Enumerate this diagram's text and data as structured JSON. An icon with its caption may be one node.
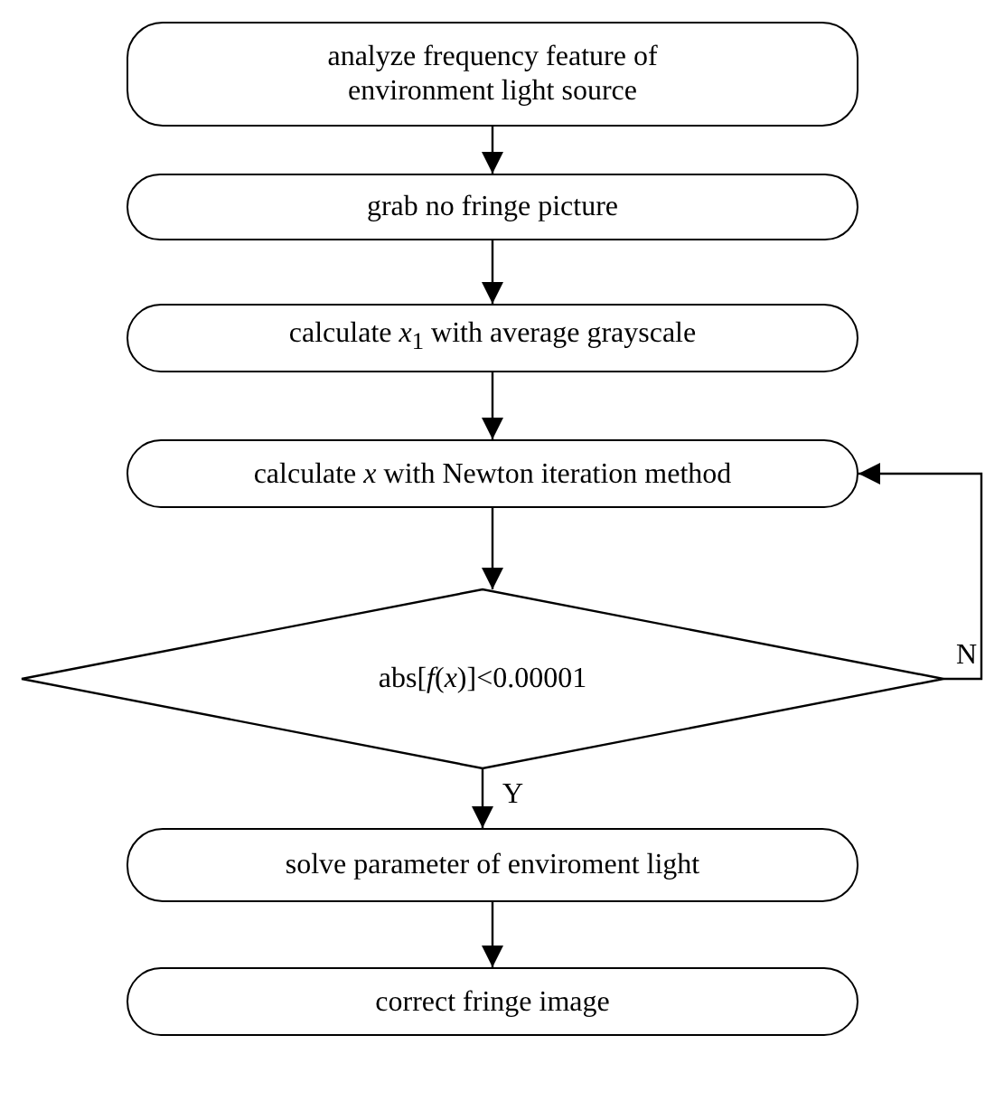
{
  "diagram": {
    "nodes": [
      {
        "text": [
          "analyze frequency feature of environment light source"
        ]
      },
      {
        "text": [
          "grab no fringe picture"
        ]
      },
      {
        "text": [
          "calculate *x*$_{1}$ with average grayscale"
        ]
      },
      {
        "text": [
          "calculate *x* with Newton iteration method"
        ]
      },
      {
        "text": [
          "abs[*f*(*x*)]<0.00001"
        ]
      },
      {
        "text": [
          "solve parameter of enviroment light"
        ]
      },
      {
        "text": [
          "correct fringe image"
        ]
      }
    ],
    "edges": [
      {
        "from": 0,
        "to": 1,
        "arrow": "to"
      },
      {
        "from": 1,
        "to": 2,
        "arrow": "to"
      },
      {
        "from": 2,
        "to": 3,
        "arrow": "to"
      },
      {
        "from": 3,
        "to": 4,
        "arrow": "to"
      },
      {
        "from": 4,
        "to": 5,
        "arrow": "to",
        "label": "Y"
      },
      {
        "from": 5,
        "to": 6,
        "arrow": "to"
      },
      {
        "from": 4,
        "to": 3,
        "arrow": "to",
        "label": "N"
      }
    ]
  }
}
